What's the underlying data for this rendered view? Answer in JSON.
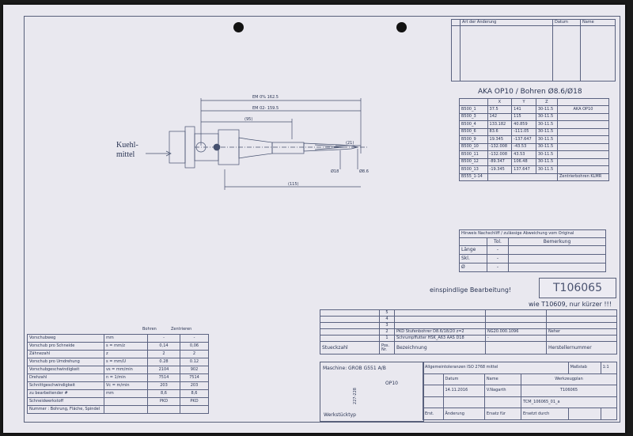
{
  "revision_header": {
    "description": "Art der Änderung",
    "date": "Datum",
    "name": "Name"
  },
  "program": {
    "title": "AKA OP10 / Bohren Ø8.6/Ø18",
    "columns": [
      "X",
      "Y",
      "Z"
    ],
    "rows": [
      {
        "id": "B500_1",
        "x": "37.5",
        "y": "141",
        "z": "30-11.5",
        "note": "AKA OP10"
      },
      {
        "id": "B500_3",
        "x": "142",
        "y": "115",
        "z": "30-11.5",
        "note": ""
      },
      {
        "id": "B500_4",
        "x": "133.182",
        "y": "40.859",
        "z": "30-11.5",
        "note": ""
      },
      {
        "id": "B500_6",
        "x": "83.6",
        "y": "-111.05",
        "z": "30-11.5",
        "note": ""
      },
      {
        "id": "B500_9",
        "x": "19.345",
        "y": "-137.647",
        "z": "30-11.5",
        "note": ""
      },
      {
        "id": "B500_10",
        "x": "-132.008",
        "y": "-43.53",
        "z": "30-11.5",
        "note": ""
      },
      {
        "id": "B500_11",
        "x": "-132.008",
        "y": "43.53",
        "z": "30-11.5",
        "note": ""
      },
      {
        "id": "B500_12",
        "x": "-89.347",
        "y": "106.48",
        "z": "30-11.5",
        "note": ""
      },
      {
        "id": "B500_13",
        "x": "-19.345",
        "y": "137.647",
        "z": "30-11.5",
        "note": ""
      }
    ],
    "footer_id": "B555_1-14",
    "footer_note": "Zentrierbohren KLMR"
  },
  "drawing": {
    "dim_em_total": "EM 0% 162.5",
    "dim_em_02": "EM 02- 159.5",
    "dim_95": "(95)",
    "dim_115": "(115)",
    "dim_21": "(21)",
    "dia_18": "Ø18",
    "dia_86": "Ø8.6",
    "coolant": "Kuehl-\nmittel"
  },
  "regrind": {
    "title": "Hinweis Nachschliff / zulässige Abweichung vom Original",
    "col_tol": "Tol.",
    "col_remark": "Bemerkung",
    "rows": [
      {
        "label": "Länge",
        "tol": "-",
        "remark": ""
      },
      {
        "label": "Skl.",
        "tol": "-",
        "remark": ""
      },
      {
        "label": "Ø",
        "tol": "-",
        "remark": ""
      }
    ]
  },
  "note_single_spindle": "einspindlige Bearbeitung!",
  "ident_box": "T106065",
  "note_like": "wie T10609, nur kürzer !!!",
  "parts": {
    "pos_numbers": [
      "5",
      "4",
      "3",
      "2",
      "1"
    ],
    "rows": [
      {
        "pos": "2",
        "desc": "PKD Stufenbohrer D8.6/18/20 z=2",
        "number": "NG20.000.1096",
        "maker": "Neher"
      },
      {
        "pos": "1",
        "desc": "Schrumpffutter HSK_A63 AAS D18",
        "number": "-",
        "maker": ""
      }
    ],
    "header_qty": "Stueckzahl",
    "header_pos": "Pos.\nNr.",
    "header_desc": "Bezeichnung",
    "header_maker": "Herstellernummer"
  },
  "cutting": {
    "col_drill": "Bohren",
    "col_center": "Zentrieren",
    "rows": [
      {
        "label": "Vorschubweg",
        "sym": "mm",
        "drill": "-",
        "center": "-"
      },
      {
        "label": "Vorschub pro Schneide",
        "sym": "s = mm/z",
        "drill": "0,14",
        "center": "0,06"
      },
      {
        "label": "Zähnezahl",
        "sym": "z",
        "drill": "2",
        "center": "2"
      },
      {
        "label": "Vorschub pro Umdrehung",
        "sym": "s = mm/U",
        "drill": "0.28",
        "center": "0.12"
      },
      {
        "label": "Vorschubgeschwindigkeit",
        "sym": "vs = mm/min",
        "drill": "2104",
        "center": "902"
      },
      {
        "label": "Drehzahl",
        "sym": "n = 1/min",
        "drill": "7514",
        "center": "7514"
      },
      {
        "label": "Schnittgeschwindigkeit",
        "sym": "Vc = m/min",
        "drill": "203",
        "center": "203"
      },
      {
        "label": "zu bearbeitender #",
        "sym": "mm",
        "drill": "8,6",
        "center": "8,6"
      },
      {
        "label": "Schneidwerkstoff",
        "sym": "",
        "drill": "PKD",
        "center": "PKD"
      },
      {
        "label": "Nummer : Bohrung, Fläche, Spindel",
        "sym": "",
        "drill": "",
        "center": ""
      }
    ]
  },
  "machine": {
    "label": "Maschine:",
    "name": "GROB G551 A/B",
    "op": "OP10",
    "vertical_code": "227-228",
    "workpiece_label": "Werkstücktyp"
  },
  "title_block": {
    "tolerance_note": "Allgemeintoleranzen ISO 2768 mittel",
    "scale_label": "Maßstab",
    "scale": "1:1",
    "date_label": "Datum",
    "name_label": "Name",
    "drawn_date": "14.11.2016",
    "drawn_name": "V.Nagarth",
    "drawing_title": "Werkzeugplan",
    "drawing_number": "T106065",
    "file_name": "TCM_106065_01_a",
    "status_labels": [
      "Erst.",
      "Änderung",
      "Ersatz für",
      "Ersetzt durch"
    ]
  }
}
